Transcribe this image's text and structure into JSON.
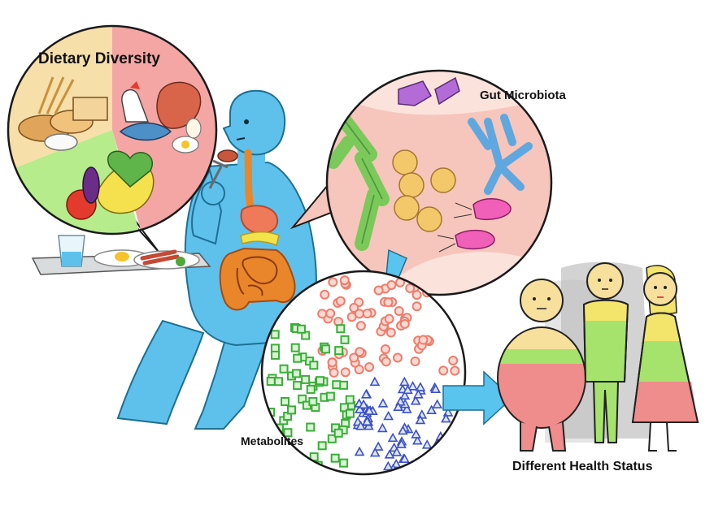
{
  "labels": {
    "dietary_diversity": "Dietary Diversity",
    "gut_microbiota": "Gut Microbiota",
    "metabolites": "Metabolites",
    "different_health_status": "Different Health Status"
  },
  "colors": {
    "body": "#5ec1ec",
    "body_outline": "#1d6f93",
    "plate_grain": "#f7dfa9",
    "plate_protein": "#f4a6a4",
    "plate_vegetable": "#b6ec8b",
    "gut_wall": "#f6c5bb",
    "arrow": "#59c4ee",
    "metabolite_red": "#ee7c6c",
    "metabolite_green": "#3aae3a",
    "metabolite_blue": "#3c52c4",
    "health_green": "#a6e36c",
    "health_yellow": "#f3e46b",
    "health_pink": "#ef8c8c"
  }
}
